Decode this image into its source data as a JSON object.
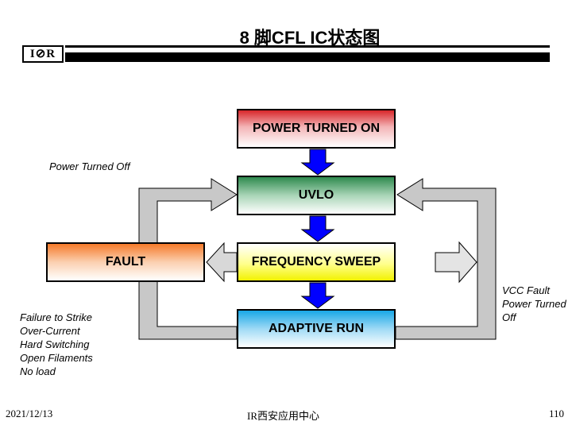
{
  "header": {
    "title": "8 脚CFL IC状态图",
    "logo_text": "I⊘R"
  },
  "states": {
    "power_on": "POWER TURNED ON",
    "uvlo": "UVLO",
    "freq_sweep": "FREQUENCY SWEEP",
    "adaptive_run": "ADAPTIVE RUN",
    "fault": "FAULT"
  },
  "labels": {
    "power_off": "Power Turned Off",
    "fault_causes": [
      "Failure to Strike",
      "Over-Current",
      "Hard Switching",
      "Open Filaments",
      "No load"
    ],
    "vcc_fault": [
      "VCC Fault",
      "Power Turned",
      "Off"
    ]
  },
  "colors": {
    "power_on": "#d8262a",
    "uvlo": "#2e8a4e",
    "freq_sweep": "#f2f200",
    "adaptive_run": "#18a7e6",
    "fault": "#f57a2a",
    "down_arrow": "#0000ff",
    "loop_arrow": "#c8c8c8"
  },
  "footer": {
    "date": "2021/12/13",
    "center": "IR西安应用中心",
    "page": "110"
  }
}
